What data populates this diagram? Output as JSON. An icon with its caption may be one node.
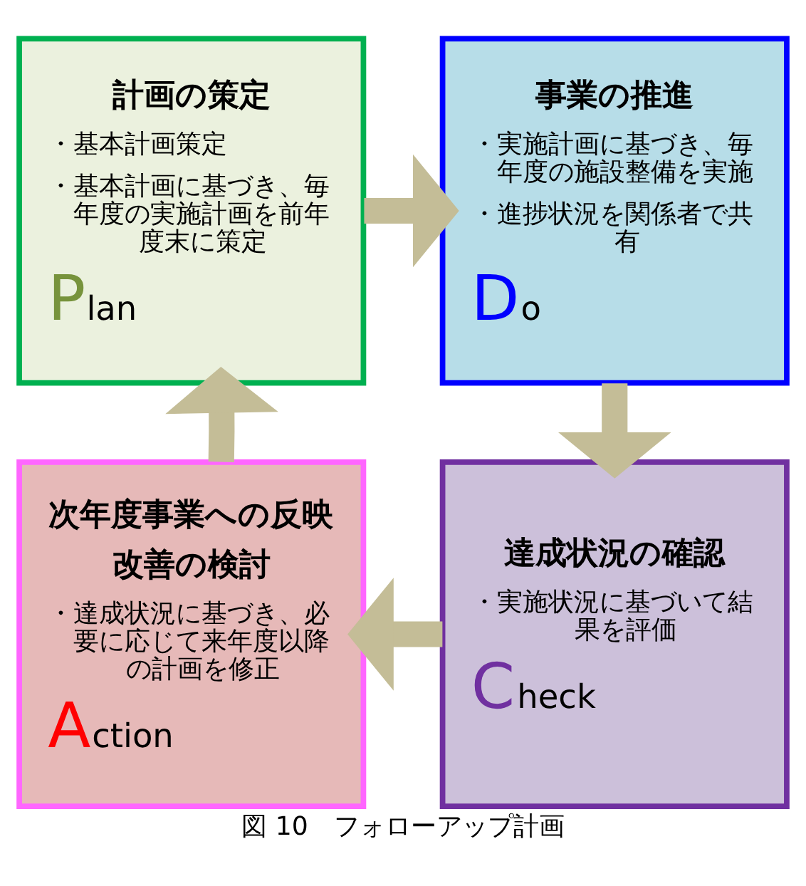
{
  "diagram": {
    "caption": "図 10　フォローアップ計画",
    "nodes": [
      {
        "text": [
          "計画の策定",
          "・基本計画策定",
          "・基本計画に基づき、毎年度の実施計画を前年度末に策定",
          "Plan"
        ]
      },
      {
        "text": [
          "事業の推進",
          "・実施計画に基づき、毎年度の施設整備を実施",
          "・進捗状況を関係者で共有",
          "Do"
        ]
      },
      {
        "text": [
          "次年度事業への反映改善の検討",
          "・達成状況に基づき、必要に応じて来年度以降の計画を修正",
          "Action"
        ]
      },
      {
        "text": [
          "達成状況の確認",
          "・実施状況に基づいて結果を評価",
          "Check"
        ]
      }
    ],
    "edges": [
      {
        "from": 0,
        "to": 1,
        "arrow": "to"
      },
      {
        "from": 1,
        "to": 3,
        "arrow": "to"
      },
      {
        "from": 3,
        "to": 2,
        "arrow": "to"
      },
      {
        "from": 2,
        "to": 0,
        "arrow": "to"
      }
    ]
  }
}
